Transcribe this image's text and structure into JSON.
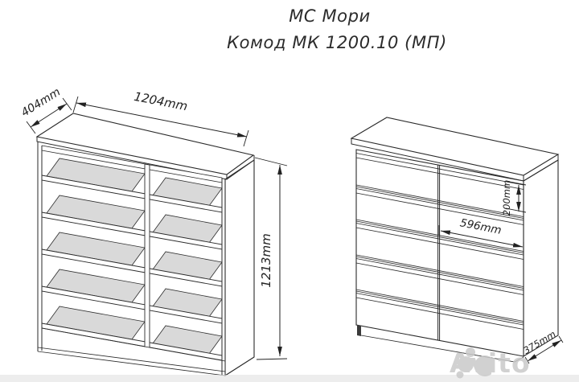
{
  "title": {
    "line1": "МС Мори",
    "line2": "Комод МК 1200.10 (МП)"
  },
  "views": {
    "carcass_view": {
      "depth_label": "404mm",
      "width_label": "1204mm",
      "height_label": "1213mm"
    },
    "front_view": {
      "drawer_height_label": "200mm",
      "drawer_width_label": "596mm",
      "depth_label": "375mm"
    }
  },
  "watermark": {
    "brand": "Avito"
  },
  "colors": {
    "line": "#2a2a2a",
    "shelf_fill": "#d9d9d9",
    "watermark": "#c9c9c9",
    "background": "#ffffff"
  }
}
